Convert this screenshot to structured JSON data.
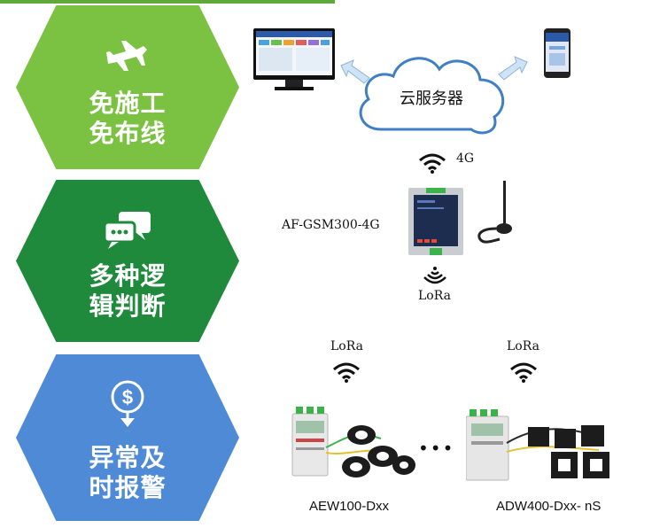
{
  "features": [
    {
      "line1": "免施工",
      "line2": "免布线",
      "icon": "airplane-icon",
      "color": "#7cc242"
    },
    {
      "line1": "多种逻",
      "line2": "辑判断",
      "icon": "chat-bubbles-icon",
      "color": "#1f8a3c"
    },
    {
      "line1": "异常及",
      "line2": "时报警",
      "icon": "money-alert-icon",
      "color": "#4f8ad6"
    }
  ],
  "network": {
    "cloud_label": "云服务器",
    "signal_4g": "4G",
    "gateway_label": "AF-GSM300-4G",
    "lora_gateway": "LoRa",
    "lora_left": "LoRa",
    "lora_right": "LoRa",
    "device_left": "AEW100-Dxx",
    "device_right": "ADW400-Dxx- nS",
    "ellipsis": "•••"
  }
}
